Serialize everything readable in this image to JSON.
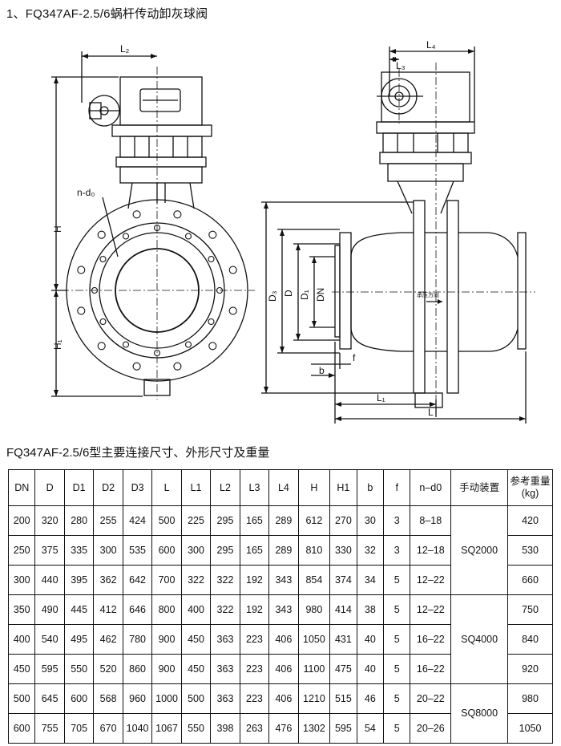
{
  "title": "1、FQ347AF-2.5/6蜗杆传动卸灰球阀",
  "drawing": {
    "front_labels": {
      "L2": "L₂",
      "H": "H",
      "H1": "H₁",
      "ndo": "n-d₀"
    },
    "side_labels": {
      "L3": "L₃",
      "L4": "L₄",
      "D3": "D₃",
      "D": "D",
      "D1": "D₁",
      "DN": "DN",
      "f": "f",
      "b": "b",
      "L1": "L₁",
      "L": "L",
      "flow": "承压方向"
    }
  },
  "table_title": "FQ347AF-2.5/6型主要连接尺寸、外形尺寸及重量",
  "table": {
    "headers": [
      "DN",
      "D",
      "D1",
      "D2",
      "D3",
      "L",
      "L1",
      "L2",
      "L3",
      "L4",
      "H",
      "H1",
      "b",
      "f",
      "n–d0",
      "手动装置",
      "参考重量\n(kg)"
    ],
    "rows": [
      [
        "200",
        "320",
        "280",
        "255",
        "424",
        "500",
        "225",
        "295",
        "165",
        "289",
        "612",
        "270",
        "30",
        "3",
        "8–18",
        "420"
      ],
      [
        "250",
        "375",
        "335",
        "300",
        "535",
        "600",
        "300",
        "295",
        "165",
        "289",
        "810",
        "330",
        "32",
        "3",
        "12–18",
        "530"
      ],
      [
        "300",
        "440",
        "395",
        "362",
        "642",
        "700",
        "322",
        "322",
        "192",
        "343",
        "854",
        "374",
        "34",
        "5",
        "12–22",
        "660"
      ],
      [
        "350",
        "490",
        "445",
        "412",
        "646",
        "800",
        "400",
        "322",
        "192",
        "343",
        "980",
        "414",
        "38",
        "5",
        "12–22",
        "750"
      ],
      [
        "400",
        "540",
        "495",
        "462",
        "780",
        "900",
        "450",
        "363",
        "223",
        "406",
        "1050",
        "431",
        "40",
        "5",
        "16–22",
        "840"
      ],
      [
        "450",
        "595",
        "550",
        "520",
        "860",
        "900",
        "450",
        "363",
        "223",
        "406",
        "1100",
        "475",
        "40",
        "5",
        "16–22",
        "920"
      ],
      [
        "500",
        "645",
        "600",
        "568",
        "960",
        "1000",
        "500",
        "363",
        "223",
        "406",
        "1210",
        "515",
        "46",
        "5",
        "20–22",
        "980"
      ],
      [
        "600",
        "755",
        "705",
        "670",
        "1040",
        "1067",
        "550",
        "398",
        "263",
        "476",
        "1302",
        "595",
        "54",
        "5",
        "20–26",
        "1050"
      ]
    ],
    "devices": [
      "SQ2000",
      "SQ4000",
      "SQ8000"
    ]
  }
}
